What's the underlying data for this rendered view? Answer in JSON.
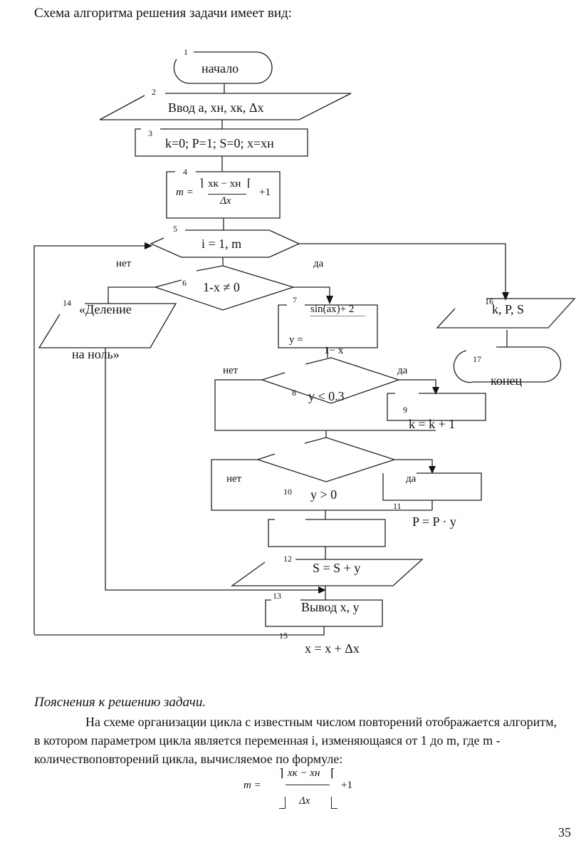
{
  "heading": "Схема алгоритма решения задачи имеет вид:",
  "flowchart": {
    "blocks": {
      "b1": {
        "num": "1",
        "text": "начало"
      },
      "b2": {
        "num": "2",
        "text": "Ввод a, xн, xк, Δx"
      },
      "b3": {
        "num": "3",
        "text": "k=0; P=1; S=0; x=xн"
      },
      "b4": {
        "num": "4",
        "lhs": "m =",
        "numerator": "xк − xн",
        "denominator": "Δx",
        "rhs": "+1"
      },
      "b5": {
        "num": "5",
        "text": "i = 1, m"
      },
      "b6": {
        "num": "6",
        "text": "1-x ≠ 0"
      },
      "b7": {
        "num": "7",
        "lhs": "y =",
        "numerator": "sin(ax)+ 2",
        "denominator": "1− x"
      },
      "b8": {
        "num": "8",
        "text": "y < 0.3"
      },
      "b9": {
        "num": "9",
        "text": "k = k + 1"
      },
      "b10": {
        "num": "10",
        "text": "y > 0"
      },
      "b11": {
        "num": "11",
        "text": "P = P · y"
      },
      "b12": {
        "num": "12",
        "text": "S = S + y"
      },
      "b13": {
        "num": "13",
        "text": "Вывод x, y"
      },
      "b14": {
        "num": "14",
        "line1": "«Деление",
        "line2": "на ноль»"
      },
      "b15": {
        "num": "15",
        "text": "x = x + Δx"
      },
      "b16": {
        "num": "16",
        "text": "k,  P,  S"
      },
      "b17": {
        "num": "17",
        "text": "конец"
      }
    },
    "labels": {
      "no": "нет",
      "yes": "да"
    }
  },
  "explanation": {
    "title": "Пояснения к решению задачи.",
    "paragraph": "На схеме организации цикла с известным числом повторений отображается алгоритм, в котором параметром цикла является переменная i, изменяющаяся от 1 до m, где m -  количествоповторений цикла, вычисляемое по формуле:",
    "formula": {
      "lhs": "m =",
      "numerator": "xк − xн",
      "denominator": "Δx",
      "rhs": "+1"
    }
  },
  "page_number": "35"
}
